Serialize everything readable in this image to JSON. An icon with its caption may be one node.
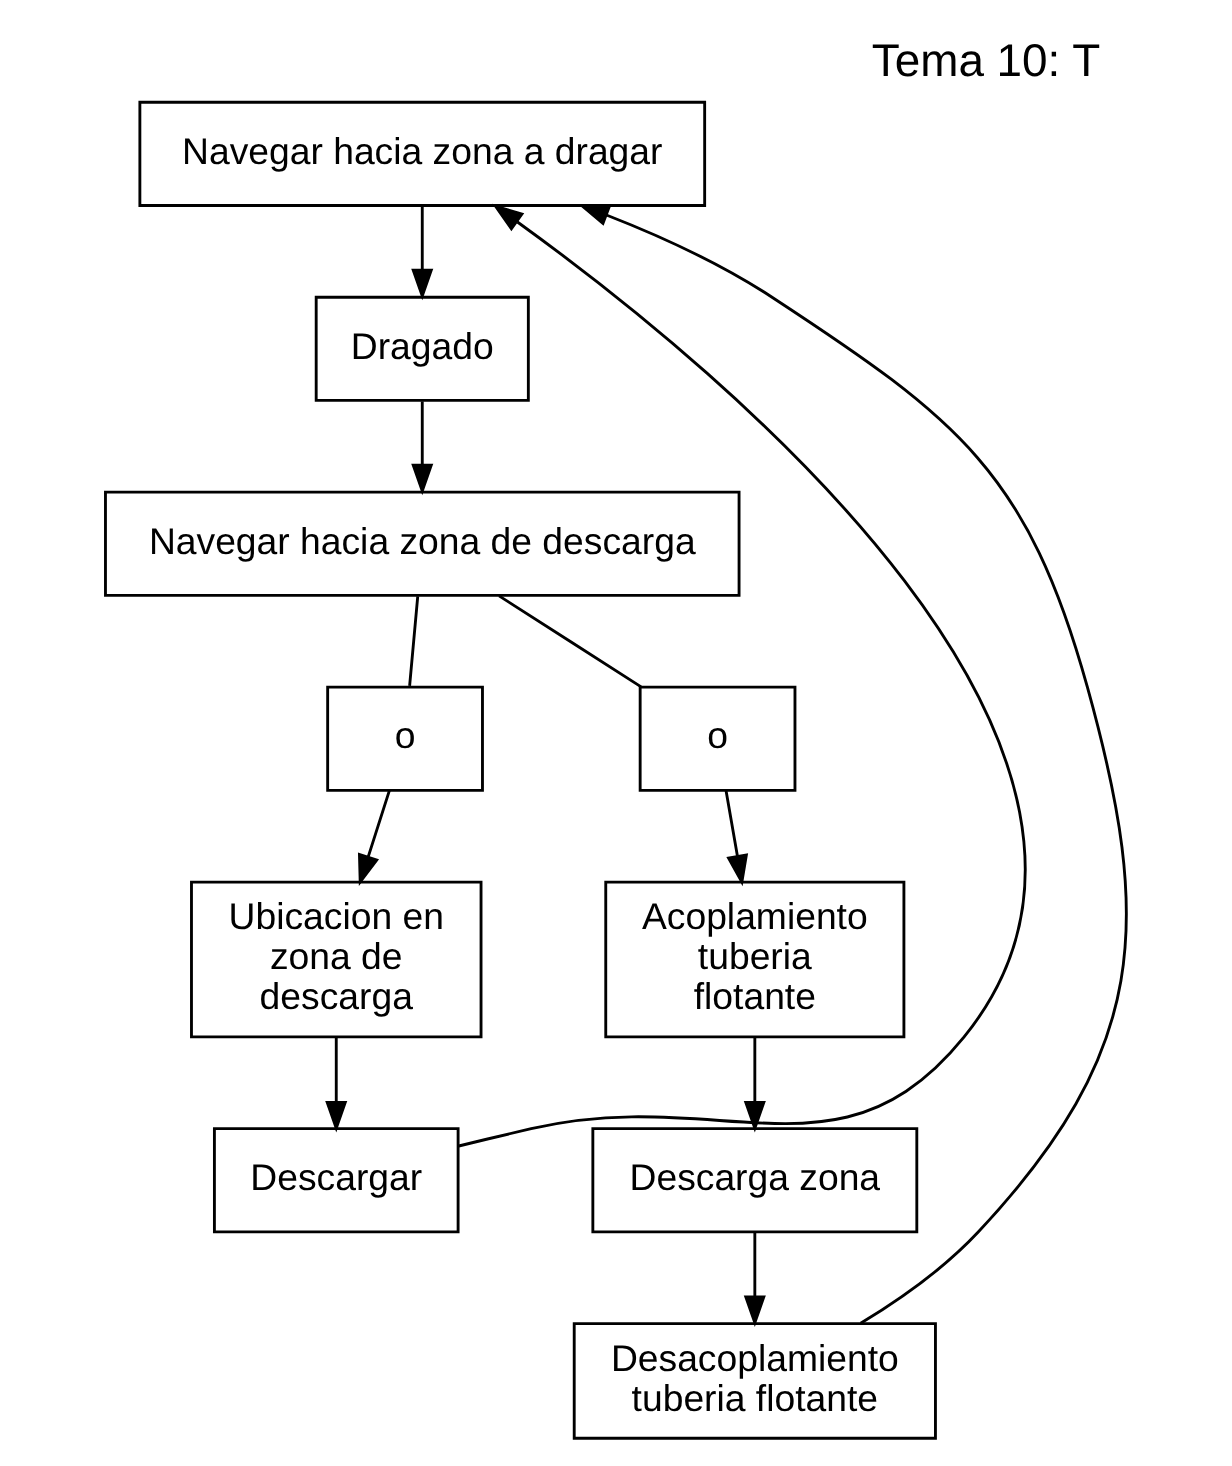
{
  "diagram": {
    "title": "Tema 10: T",
    "nodes": [
      {
        "text": [
          "Navegar hacia zona a dragar"
        ]
      },
      {
        "text": [
          "Dragado"
        ]
      },
      {
        "text": [
          "Navegar hacia zona de descarga"
        ]
      },
      {
        "text": [
          "o"
        ]
      },
      {
        "text": [
          "o"
        ]
      },
      {
        "text": [
          "Ubicacion en zona de descarga"
        ]
      },
      {
        "text": [
          "Acoplamiento tuberia flotante"
        ]
      },
      {
        "text": [
          "Descargar"
        ]
      },
      {
        "text": [
          "Descarga zona"
        ]
      },
      {
        "text": [
          "Desacoplamiento tuberia flotante"
        ]
      }
    ],
    "edges": [
      {
        "from": 0,
        "to": 1,
        "arrow": "to"
      },
      {
        "from": 1,
        "to": 2,
        "arrow": "to"
      },
      {
        "from": 2,
        "to": 3,
        "arrow": "none"
      },
      {
        "from": 2,
        "to": 4,
        "arrow": "none"
      },
      {
        "from": 3,
        "to": 5,
        "arrow": "to"
      },
      {
        "from": 4,
        "to": 6,
        "arrow": "to"
      },
      {
        "from": 5,
        "to": 7,
        "arrow": "to"
      },
      {
        "from": 6,
        "to": 8,
        "arrow": "to"
      },
      {
        "from": 8,
        "to": 9,
        "arrow": "to"
      },
      {
        "from": 7,
        "to": 0,
        "arrow": "to"
      },
      {
        "from": 9,
        "to": 0,
        "arrow": "to"
      }
    ]
  }
}
